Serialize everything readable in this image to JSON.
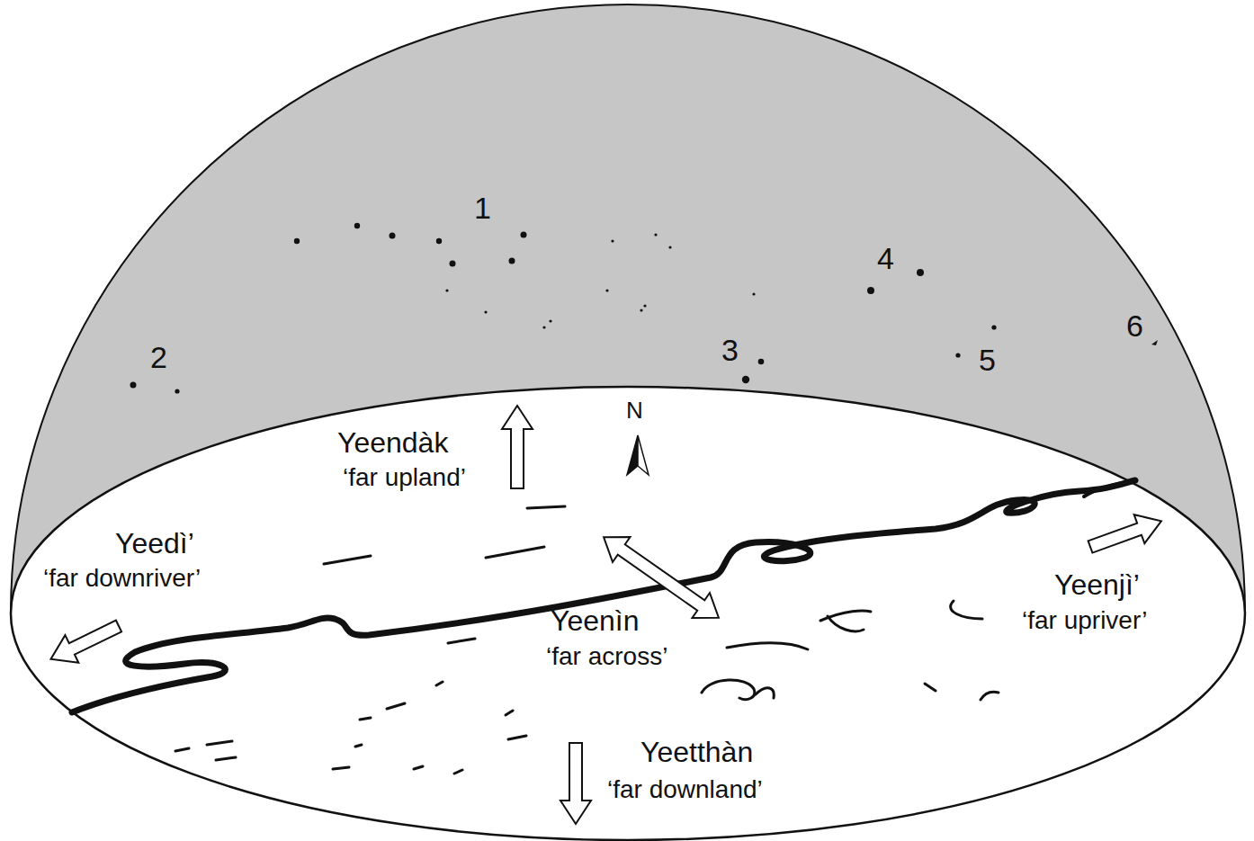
{
  "diagram": {
    "labels": [
      "1",
      "2",
      "3",
      "4",
      "5",
      "6",
      "N",
      "Yeendàk",
      "‘far upland’",
      "Yeedì’",
      "‘far downriver’",
      "Yeenìn",
      "‘far across’",
      "Yeenjì’",
      "‘far upriver’",
      "Yeetthàn",
      "‘far downland’"
    ]
  }
}
